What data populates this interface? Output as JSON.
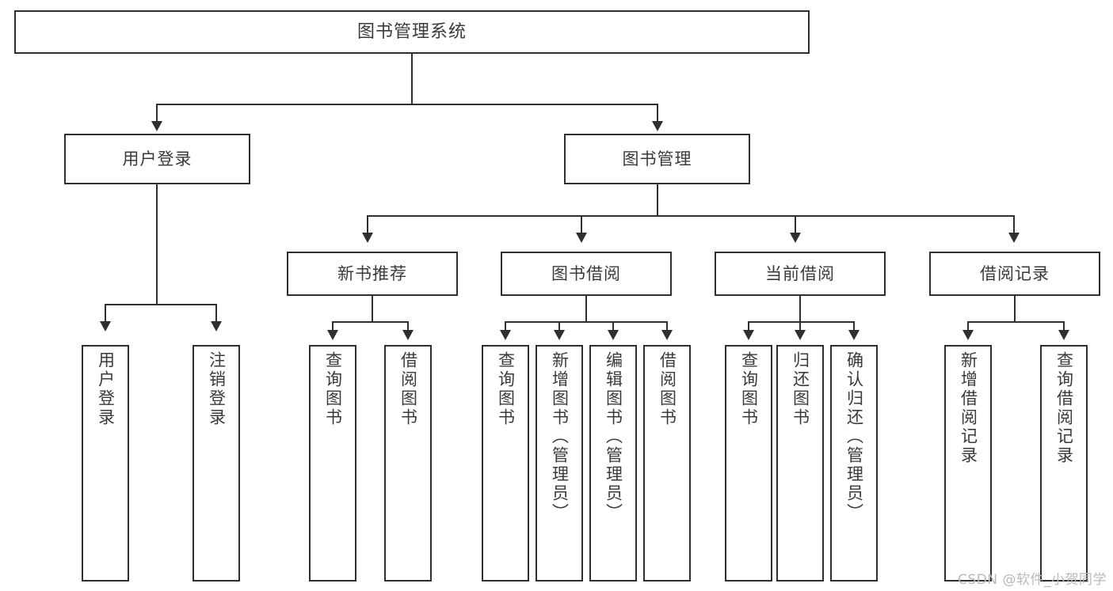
{
  "diagram": {
    "title": "图书管理系统",
    "type": "tree-hierarchy",
    "root": {
      "label": "图书管理系统"
    },
    "level1": [
      {
        "label": "用户登录"
      },
      {
        "label": "图书管理"
      }
    ],
    "level2": [
      {
        "label": "新书推荐"
      },
      {
        "label": "图书借阅"
      },
      {
        "label": "当前借阅"
      },
      {
        "label": "借阅记录"
      }
    ],
    "leaves": {
      "user_login": [
        {
          "label": "用户登录"
        },
        {
          "label": "注销登录"
        }
      ],
      "new_book_recommend": [
        {
          "label": "查询图书"
        },
        {
          "label": "借阅图书"
        }
      ],
      "book_borrow": [
        {
          "label": "查询图书"
        },
        {
          "label": "新增图书（管理员）"
        },
        {
          "label": "编辑图书（管理员）"
        },
        {
          "label": "借阅图书"
        }
      ],
      "current_borrow": [
        {
          "label": "查询图书"
        },
        {
          "label": "归还图书"
        },
        {
          "label": "确认归还（管理员）"
        }
      ],
      "borrow_record": [
        {
          "label": "新增借阅记录"
        },
        {
          "label": "查询借阅记录"
        }
      ]
    }
  },
  "watermark": {
    "text": "CSDN @软件_小贺同学"
  },
  "colors": {
    "stroke": "#2f2f2f",
    "text": "#3a3a3a",
    "background": "#ffffff",
    "watermark": "#b9b9b9"
  }
}
